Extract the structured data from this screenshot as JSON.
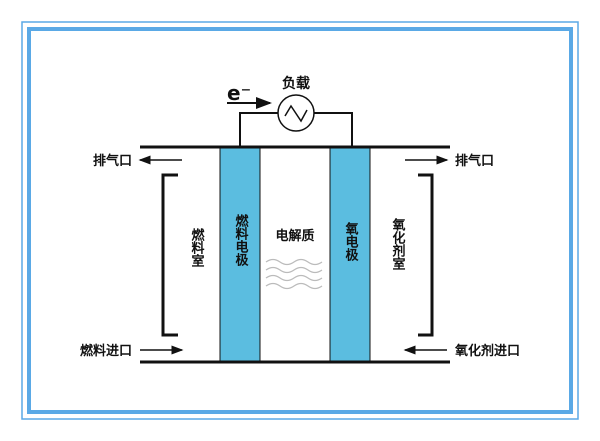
{
  "colors": {
    "frame": "#5aa9e6",
    "electrode": "#5bbde0",
    "line": "#111111"
  },
  "labels": {
    "electron": "e⁻",
    "load": "负载",
    "exhaust_left": "排气口",
    "exhaust_right": "排气口",
    "fuel_inlet": "燃料进口",
    "oxidant_inlet": "氧化剂进口",
    "fuel_chamber": "燃料室",
    "fuel_electrode": "燃料电极",
    "electrolyte": "电解质",
    "oxygen_electrode": "氧电极",
    "oxidant_chamber": "氧化剂室"
  }
}
